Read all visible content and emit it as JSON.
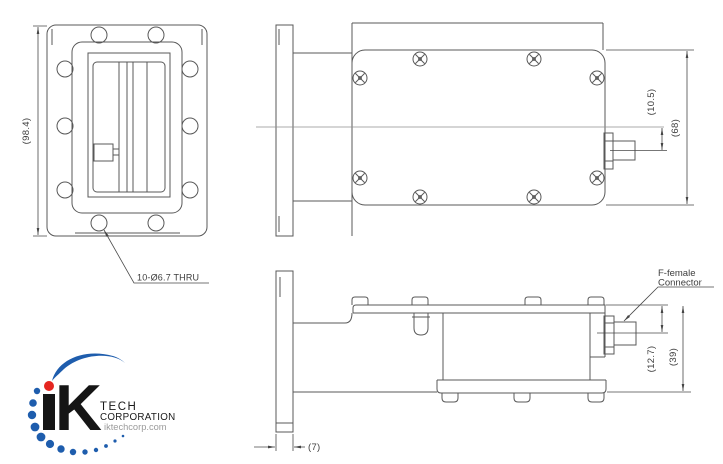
{
  "dimensions": {
    "flange_height": "(98.4)",
    "holes_note": "10-Ø6.7 THRU",
    "connector_offset_top": "(10.5)",
    "body_height": "(68)",
    "connector_offset_side": "(12.7)",
    "body_side_height": "(39)",
    "flange_thickness": "(7)"
  },
  "labels": {
    "connector_line1": "F-female",
    "connector_line2": "Connector"
  },
  "logo": {
    "letter_k": "K",
    "tech": "TECH",
    "corporation": "CORPORATION",
    "website": "iktechcorp.com",
    "colors": {
      "blue": "#1e5dad",
      "red": "#e52620",
      "black": "#151515",
      "gray": "#9b9b9b"
    }
  },
  "drawing": {
    "line_color": "#585858",
    "dim_color": "#4a4a4a",
    "centerline_color": "#8f8f8f",
    "background": "#ffffff"
  }
}
